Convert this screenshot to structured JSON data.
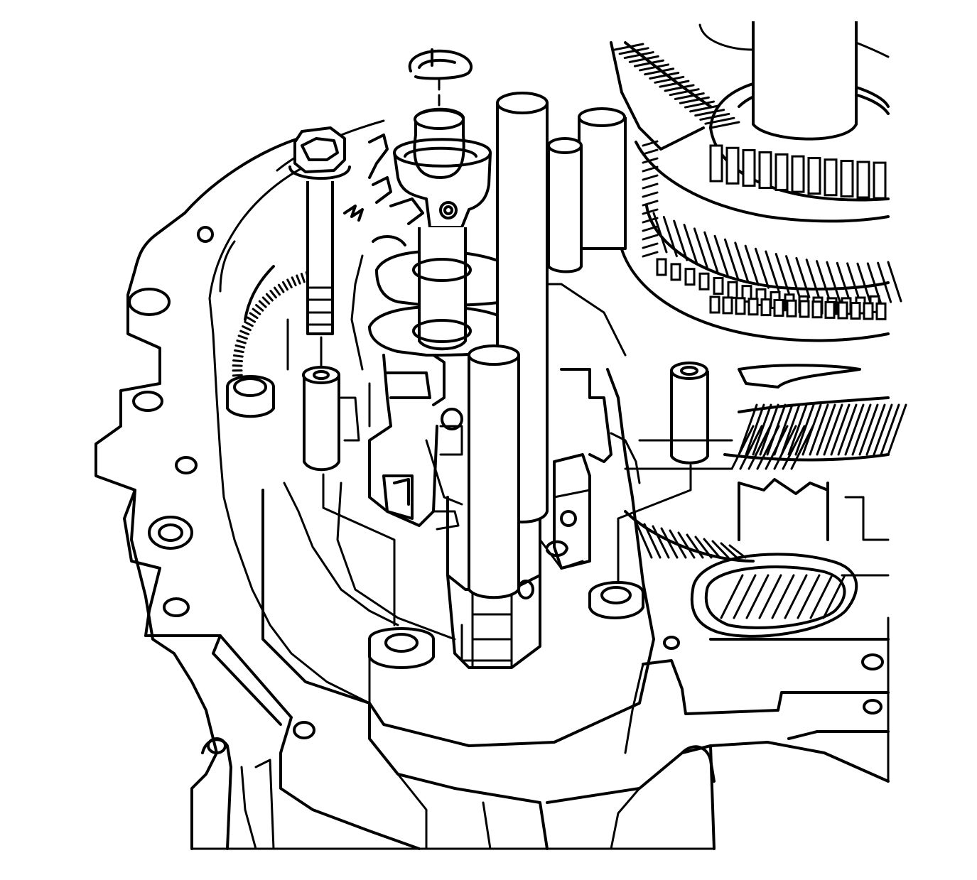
{
  "figure": {
    "kind": "exploded line-art illustration",
    "colors": {
      "ink": "#000000",
      "paper": "#ffffff"
    },
    "parts": [
      "retaining-clip",
      "shift-shaft",
      "shift-rails",
      "bolt",
      "dowel-sleeve",
      "dowel-sleeve",
      "gear-cluster",
      "bearing",
      "transmission-case"
    ]
  }
}
